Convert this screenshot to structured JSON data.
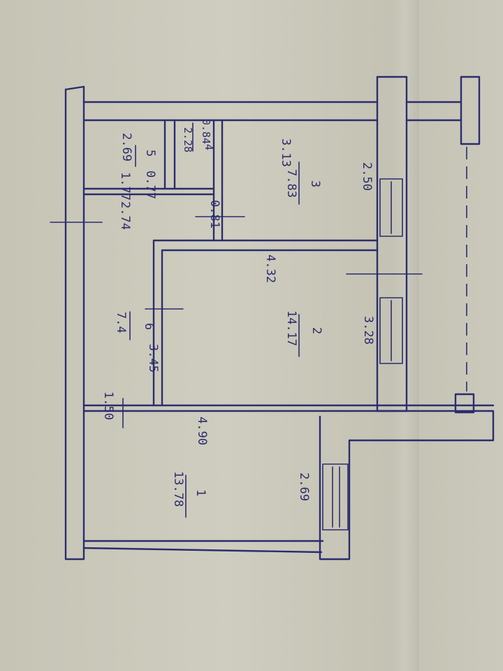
{
  "plan": {
    "rooms": {
      "room1": {
        "number": "1",
        "area": "13.78",
        "dim_a": "4.90",
        "dim_b": "2.69"
      },
      "room2": {
        "number": "2",
        "area": "14.17",
        "dim_a": "4.32",
        "dim_b": "3.28"
      },
      "room3": {
        "number": "3",
        "area": "7.83",
        "dim_a": "3.13",
        "dim_b": "2.50"
      },
      "room4": {
        "number": "4",
        "area": "2.28",
        "dim_a": "0.84"
      },
      "room5": {
        "number": "5",
        "area": "1.77",
        "dim_a": "2.69",
        "dim_b": "0.77"
      },
      "room6": {
        "number": "6",
        "area": "7.4",
        "dim_a": "3.45",
        "dim_b": "1.50",
        "dim_c": "2.74",
        "dim_d": "0.81"
      }
    }
  },
  "colors": {
    "ink": "#2b2d6e",
    "paper": "#c9c7b9"
  }
}
